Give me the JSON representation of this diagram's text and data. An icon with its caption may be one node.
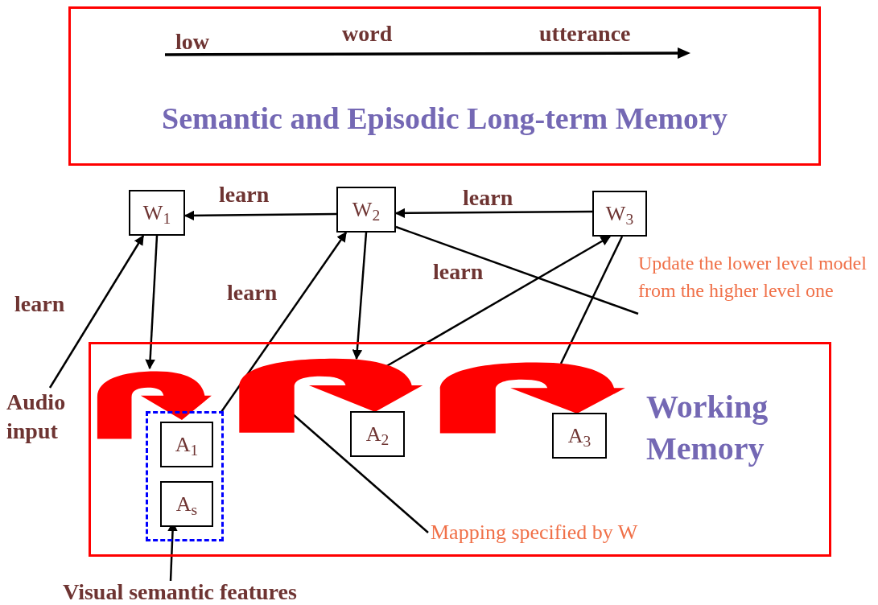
{
  "diagram": {
    "nodes": [
      {
        "text": [
          "Semantic and Episodic Long-term Memory"
        ]
      },
      {
        "text": [
          "W$_{1}$"
        ]
      },
      {
        "text": [
          "W$_{2}$"
        ]
      },
      {
        "text": [
          "W$_{3}$"
        ]
      },
      {
        "text": [
          "Working Memory"
        ]
      },
      {
        "text": [],
        "shape": "box",
        "in": 4
      },
      {
        "text": [
          "A$_{1}$"
        ],
        "in": 5
      },
      {
        "text": [
          "A$_{s}$"
        ],
        "in": 5
      },
      {
        "text": [
          "A$_{2}$"
        ],
        "in": 4
      },
      {
        "text": [
          "A$_{3}$"
        ],
        "in": 4
      },
      {
        "text": [
          "Audio input"
        ]
      },
      {
        "text": [
          "Visual semantic features"
        ]
      },
      {
        "text": [
          "Update the lower level model from the higher level one"
        ]
      },
      {
        "text": [
          "Mapping specified by W"
        ],
        "in": 4
      }
    ],
    "edges": [
      {
        "from": 2,
        "to": 1,
        "arrow": "to",
        "label": "learn"
      },
      {
        "from": 3,
        "to": 2,
        "arrow": "to",
        "label": "learn"
      },
      {
        "from": 10,
        "to": 1,
        "arrow": "to",
        "label": "learn"
      },
      {
        "from": 5,
        "to": 2,
        "arrow": "to",
        "label": "learn"
      },
      {
        "from": 1,
        "to": 4,
        "arrow": "to"
      },
      {
        "from": 2,
        "to": 4,
        "arrow": "to"
      },
      {
        "from": 4,
        "to": 3,
        "arrow": "to",
        "label": "learn"
      },
      {
        "from": 3,
        "to": 4,
        "arrow": "none"
      },
      {
        "from": 11,
        "to": 7,
        "arrow": "to"
      },
      {
        "from": 12,
        "to": 2,
        "arrow": "none"
      },
      {
        "from": 13,
        "to": null,
        "arrow": "none"
      },
      {
        "from": null,
        "to": 6,
        "arrow": "to",
        "style": "thick",
        "color": "#ff0000"
      },
      {
        "from": null,
        "to": 8,
        "arrow": "to",
        "style": "thick",
        "color": "#ff0000"
      },
      {
        "from": null,
        "to": 9,
        "arrow": "to",
        "style": "thick",
        "color": "#ff0000"
      }
    ],
    "labels": [
      "low",
      "word",
      "utterance"
    ]
  }
}
